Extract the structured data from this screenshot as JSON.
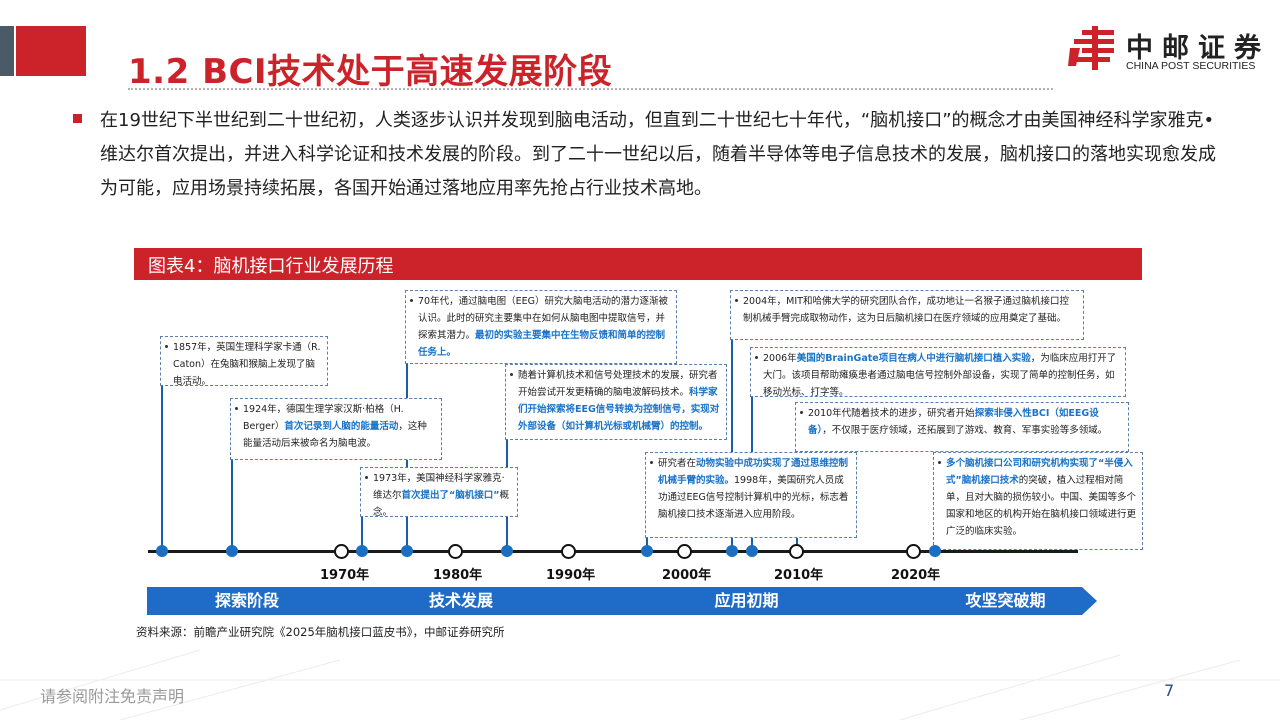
{
  "header": {
    "title": "1.2 BCI技术处于高速发展阶段",
    "logo_cn": "中邮证券",
    "logo_en": "CHINA POST SECURITIES"
  },
  "intro": {
    "text": "在19世纪下半世纪到二十世纪初，人类逐步认识并发现到脑电活动，但直到二十世纪七十年代，“脑机接口”的概念才由美国神经科学家雅克•维达尔首次提出，并进入科学论证和技术发展的阶段。到了二十一世纪以后，随着半导体等电子信息技术的发展，脑机接口的落地实现愈发成为可能，应用场景持续拓展，各国开始通过落地应用率先抢占行业技术高地。"
  },
  "figure": {
    "caption": "图表4：脑机接口行业发展历程",
    "events": [
      {
        "pre": "1857年，英国生理科学家卡通（R. Caton）在兔脑和猴脑上发现了脑电活动。",
        "hl": "",
        "post": ""
      },
      {
        "pre": "1924年，德国生理学家汉斯·柏格（H. Berger）",
        "hl": "首次记录到人脑的能量活动",
        "post": "，这种能量活动后来被命名为脑电波。"
      },
      {
        "pre": "70年代，通过脑电图（EEG）研究大脑电活动的潜力逐渐被认识。此时的研究主要集中在如何从脑电图中提取信号，并探索其潜力。",
        "hl": "最初的实验主要集中在生物反馈和简单的控制任务上。",
        "post": ""
      },
      {
        "pre": "1973年，美国神经科学家雅克·维达尔",
        "hl": "首次提出了“脑机接口”",
        "post": "概念。"
      },
      {
        "pre": "随着计算机技术和信号处理技术的发展，研究者开始尝试开发更精确的脑电波解码技术。",
        "hl": "科学家们开始探索将EEG信号转换为控制信号，实现对外部设备（如计算机光标或机械臂）的控制。",
        "post": ""
      },
      {
        "pre": "研究者在",
        "hl": "动物实验中成功实现了通过思维控制机械手臂的实验。",
        "post": "1998年，美国研究人员成功通过EEG信号控制计算机中的光标，标志着脑机接口技术逐渐进入应用阶段。"
      },
      {
        "pre": "2004年，MIT和哈佛大学的研究团队合作，成功地让一名猴子通过脑机接口控制机械手臂完成取物动作，这为日后脑机接口在医疗领域的应用奠定了基础。",
        "hl": "",
        "post": ""
      },
      {
        "pre": "2006年",
        "hl": "美国的BrainGate项目在病人中进行脑机接口植入实验",
        "post": "，为临床应用打开了大门。该项目帮助瘫痪患者通过脑电信号控制外部设备，实现了简单的控制任务，如移动光标、打字等。"
      },
      {
        "pre": "2010年代随着技术的进步，研究者开始",
        "hl": "探索非侵入性BCI（如EEG设备）",
        "post": "，不仅限于医疗领域，还拓展到了游戏、教育、军事实验等多领域。"
      },
      {
        "pre": "",
        "hl": "多个脑机接口公司和研究机构实现了“半侵入式”脑机接口技术",
        "post": "的突破，植入过程相对简单，且对大脑的损伤较小。中国、美国等多个国家和地区的机构开始在脑机接口领域进行更广泛的临床实验。"
      }
    ],
    "years": [
      "1970年",
      "1980年",
      "1990年",
      "2000年",
      "2010年",
      "2020年"
    ],
    "phases": [
      "探索阶段",
      "技术发展",
      "应用初期",
      "攻坚突破期"
    ],
    "source": "资料来源：前瞻产业研究院《2025年脑机接口蓝皮书》，中邮证券研究所"
  },
  "footer": {
    "disclaimer": "请参阅附注免责声明",
    "page": "7"
  },
  "colors": {
    "accent": "#cc2229",
    "timeline_blue": "#1a6fc2",
    "phase_blue": "#1e6cc8",
    "highlight": "#1a73c8"
  }
}
